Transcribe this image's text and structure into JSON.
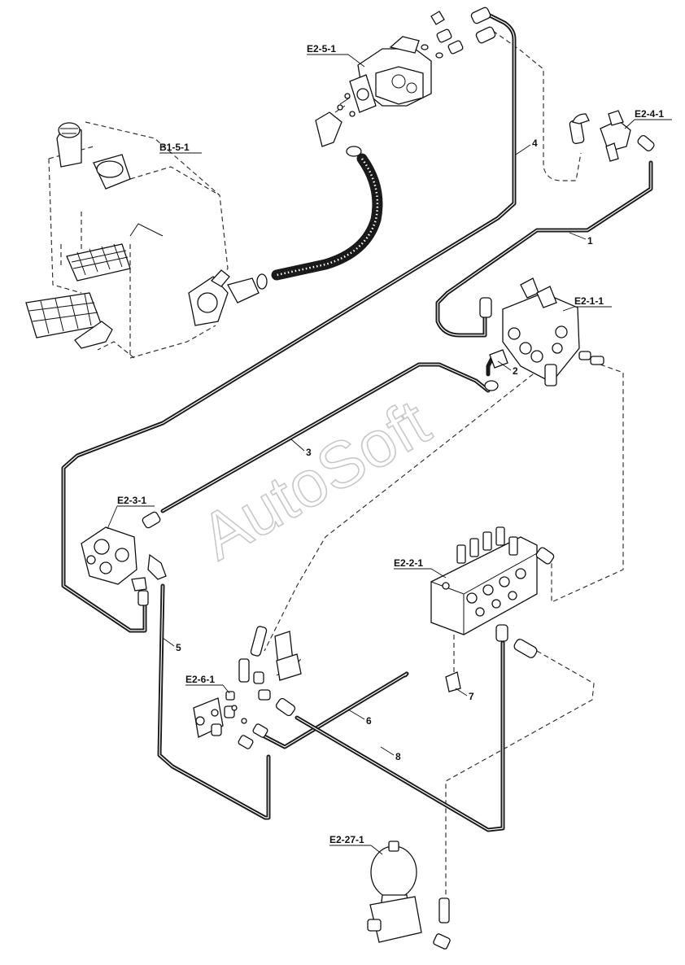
{
  "components": {
    "tank": "B1-5-1",
    "pump": "E2-5-1",
    "valve_top_right": "E2-4-1",
    "control_valve_upper": "E2-1-1",
    "steering_unit": "E2-3-1",
    "main_valve": "E2-2-1",
    "pilot_valve": "E2-6-1",
    "accumulator": "E2-27-1"
  },
  "hoses": {
    "h1": "1",
    "h2": "2",
    "h3": "3",
    "h4": "4",
    "h5": "5",
    "h6": "6",
    "h7": "7",
    "h8": "8"
  },
  "watermark": "AutoSoft",
  "colors": {
    "line": "#111111",
    "dashed": "#333333",
    "watermark_outline": "#c8c8c8"
  }
}
